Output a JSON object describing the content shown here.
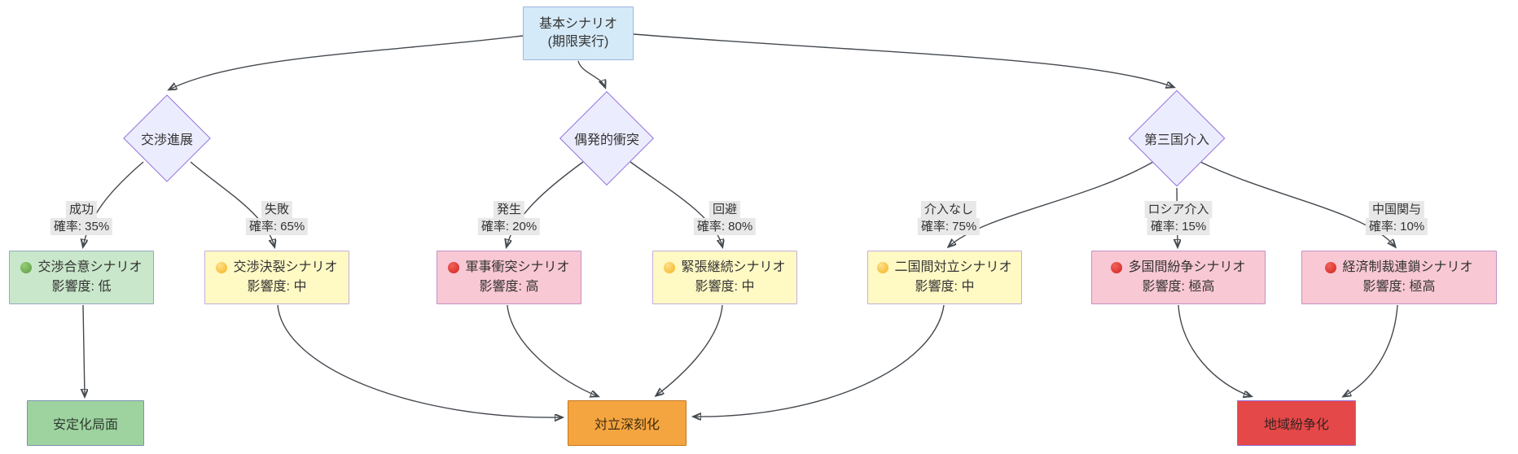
{
  "diagram": {
    "title": "scenario decision tree",
    "root": {
      "line1": "基本シナリオ",
      "line2": "(期限実行)"
    },
    "decisions": [
      {
        "label": "交渉進展"
      },
      {
        "label": "偶発的衝突"
      },
      {
        "label": "第三国介入"
      }
    ],
    "branches": [
      {
        "outcome": "成功",
        "probability": "確率: 35%"
      },
      {
        "outcome": "失敗",
        "probability": "確率: 65%"
      },
      {
        "outcome": "発生",
        "probability": "確率: 20%"
      },
      {
        "outcome": "回避",
        "probability": "確率: 80%"
      },
      {
        "outcome": "介入なし",
        "probability": "確率: 75%"
      },
      {
        "outcome": "ロシア介入",
        "probability": "確率: 15%"
      },
      {
        "outcome": "中国関与",
        "probability": "確率: 10%"
      }
    ],
    "scenarios": [
      {
        "indicator": "green-circle",
        "title": "交渉合意シナリオ",
        "impact": "影響度: 低"
      },
      {
        "indicator": "yellow-circle",
        "title": "交渉決裂シナリオ",
        "impact": "影響度: 中"
      },
      {
        "indicator": "red-circle",
        "title": "軍事衝突シナリオ",
        "impact": "影響度: 高"
      },
      {
        "indicator": "yellow-circle",
        "title": "緊張継続シナリオ",
        "impact": "影響度: 中"
      },
      {
        "indicator": "yellow-circle",
        "title": "二国間対立シナリオ",
        "impact": "影響度: 中"
      },
      {
        "indicator": "red-circle",
        "title": "多国間紛争シナリオ",
        "impact": "影響度: 極高"
      },
      {
        "indicator": "red-circle",
        "title": "経済制裁連鎖シナリオ",
        "impact": "影響度: 極高"
      }
    ],
    "outcomes": [
      {
        "label": "安定化局面"
      },
      {
        "label": "対立深刻化"
      },
      {
        "label": "地域紛争化"
      }
    ],
    "colors": {
      "root_fill": "#d5eaf8",
      "root_border": "#9fb4de",
      "decision_fill": "#ececff",
      "decision_border": "#9370db",
      "scenario_green_fill": "#c9e7ca",
      "scenario_yellow_fill": "#fff9c4",
      "scenario_pink_fill": "#f8c8d4",
      "outcome_green_fill": "#9ed3a0",
      "outcome_orange_fill": "#f5a540",
      "outcome_red_fill": "#e54848",
      "edge_label_bg": "#e8e8e8",
      "edge_stroke": "#44494f",
      "dot_green": "#78b159",
      "dot_yellow": "#fdcb58",
      "dot_red": "#dd2e44"
    }
  }
}
